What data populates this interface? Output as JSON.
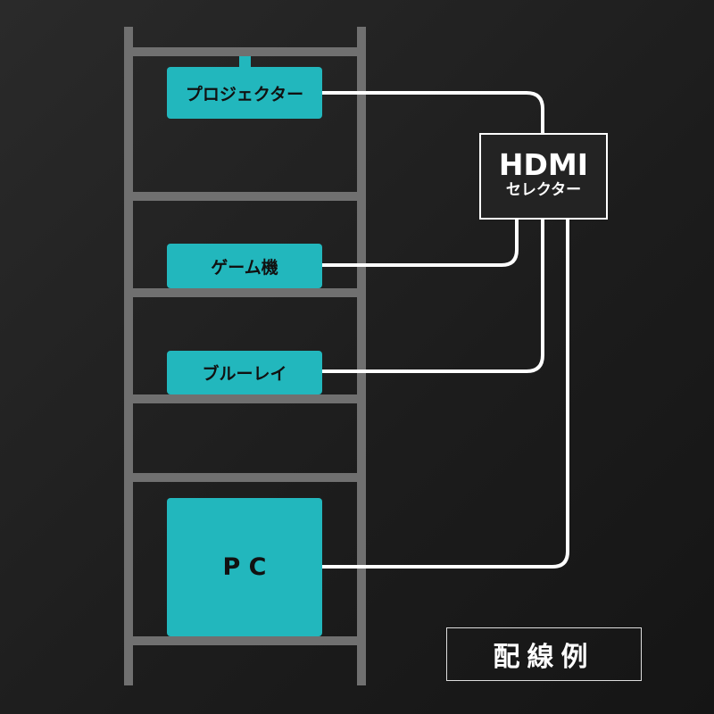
{
  "devices": {
    "projector": "プロジェクター",
    "game": "ゲーム機",
    "bluray": "ブルーレイ",
    "pc": "P C"
  },
  "selector": {
    "title": "HDMI",
    "subtitle": "セレクター"
  },
  "caption": "配線例",
  "colors": {
    "device": "#22b7bd",
    "rack": "#707070",
    "cable": "#ffffff"
  }
}
